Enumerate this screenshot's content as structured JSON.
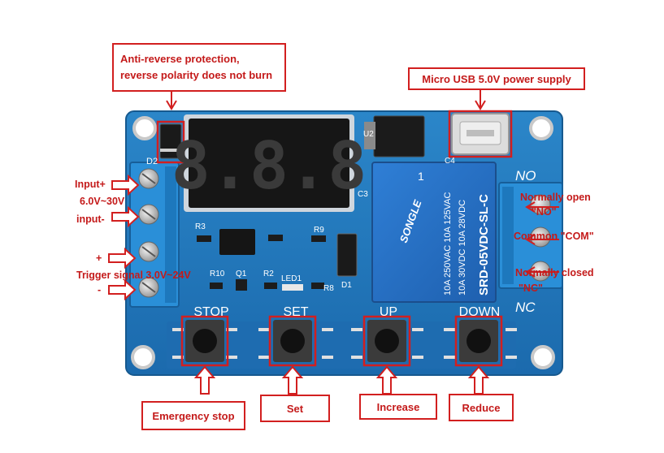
{
  "callouts": {
    "anti_reverse_line1": "Anti-reverse protection,",
    "anti_reverse_line2": "reverse polarity does not burn",
    "usb": "Micro USB 5.0V power supply",
    "emergency_stop": "Emergency stop",
    "set": "Set",
    "increase": "Increase",
    "reduce": "Reduce"
  },
  "left_labels": {
    "input_plus": "Input+",
    "voltage_range": "6.0V~30V",
    "input_minus": "input-",
    "plus": "+",
    "trigger_signal": "Trigger signal 3.0V~24V",
    "minus": "-"
  },
  "right_labels": {
    "normally_open": "Normally open",
    "no": "\"NO\"",
    "common": "Common \"COM\"",
    "normally_closed": "Normally closed",
    "nc": "\"NC\""
  },
  "board": {
    "display_digits": "8.8.8",
    "relay_brand": "SONGLE",
    "relay_model": "SRD-05VDC-SL-C",
    "relay_rating_1": "10A 250VAC  10A 125VAC",
    "relay_rating_2": "10A 30VDC   10A 28VDC",
    "relay_number": "1",
    "terminal_no": "NO",
    "terminal_nc": "NC",
    "button_stop": "STOP",
    "button_set": "SET",
    "button_up": "UP",
    "button_down": "DOWN",
    "silk_d2": "D2",
    "silk_u2": "U2",
    "silk_c3": "C3",
    "silk_c4": "C4",
    "silk_r3": "R3",
    "silk_r9": "R9",
    "silk_r10": "R10",
    "silk_q1": "Q1",
    "silk_r2": "R2",
    "silk_led1": "LED1",
    "silk_r8": "R8",
    "silk_d1": "D1"
  },
  "colors": {
    "pcb": "#1f73b8",
    "callout": "#d21f1f",
    "terminal": "#2a8fd8"
  }
}
